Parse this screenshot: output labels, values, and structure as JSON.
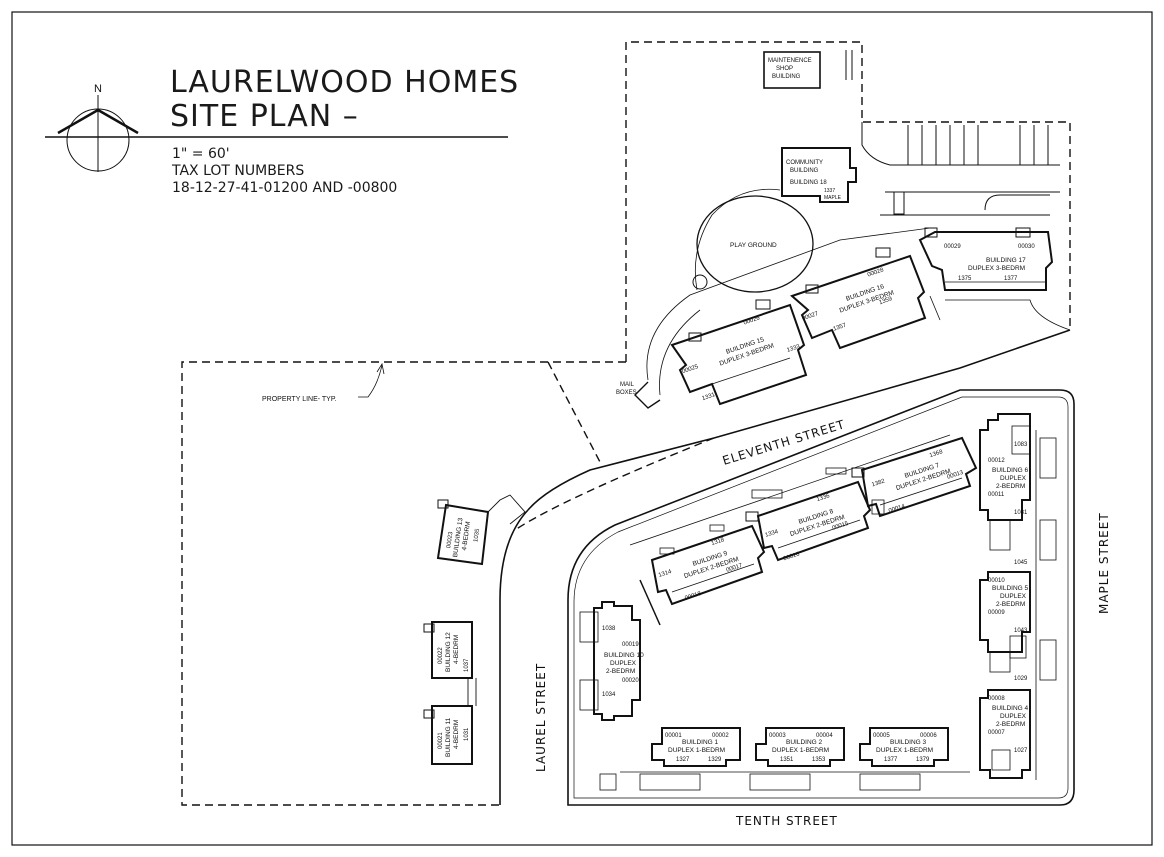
{
  "title": {
    "line1": "LAURELWOOD HOMES",
    "line2": "SITE PLAN  –"
  },
  "info": {
    "scale": "1\" = 60'",
    "tax_lot_label": "TAX LOT NUMBERS",
    "tax_lot_numbers": "18-12-27-41-01200 AND -00800"
  },
  "north": "N",
  "streets": {
    "eleventh": "ELEVENTH STREET",
    "tenth": "TENTH STREET",
    "laurel": "LAUREL STREET",
    "maple": "MAPLE STREET"
  },
  "labels": {
    "property_line": "PROPERTY LINE- TYP.",
    "mail_boxes_1": "MAIL",
    "mail_boxes_2": "BOXES",
    "play_ground": "PLAY GROUND",
    "maint_1": "MAINTENENCE",
    "maint_2": "SHOP",
    "maint_3": "BUILDING",
    "community_1": "COMMUNITY",
    "community_2": "BUILDING",
    "community_3": "BUILDING 18",
    "community_addr_1": "1337",
    "community_addr_2": "MAPLE"
  },
  "buildings": {
    "b1": {
      "name": "BUILDING 1",
      "type": "DUPLEX 1-BEDRM",
      "lot_a": "00001",
      "lot_b": "00002",
      "addr_a": "1327",
      "addr_b": "1329"
    },
    "b2": {
      "name": "BUILDING 2",
      "type": "DUPLEX 1-BEDRM",
      "lot_a": "00003",
      "lot_b": "00004",
      "addr_a": "1351",
      "addr_b": "1353"
    },
    "b3": {
      "name": "BUILDING 3",
      "type": "DUPLEX 1-BEDRM",
      "lot_a": "00005",
      "lot_b": "00006",
      "addr_a": "1377",
      "addr_b": "1379"
    },
    "b4": {
      "name": "BUILDING 4",
      "type1": "DUPLEX",
      "type2": "2-BEDRM",
      "lot_a": "00008",
      "lot_b": "00007",
      "addr_a": "1027"
    },
    "b5": {
      "name": "BUILDING 5",
      "type1": "DUPLEX",
      "type2": "2-BEDRM",
      "lot_a": "00010",
      "lot_b": "00009",
      "addr_a": "1043",
      "addr_b": "1045"
    },
    "b6": {
      "name": "BUILDING 6",
      "type1": "DUPLEX",
      "type2": "2-BEDRM",
      "lot_a": "00012",
      "lot_b": "00011",
      "addr_a": "1083",
      "addr_b": "1081"
    },
    "b7": {
      "name": "BUILDING 7",
      "type": "DUPLEX 2-BEDRM",
      "lot_a": "00014",
      "lot_b": "00013",
      "addr_a": "1382",
      "addr_b": "1368"
    },
    "b8": {
      "name": "BUILDING 8",
      "type": "DUPLEX 2-BEDRM",
      "lot_a": "00016",
      "lot_b": "00015",
      "addr_a": "1334",
      "addr_b": "1336"
    },
    "b9": {
      "name": "BUILDING 9",
      "type": "DUPLEX 2-BEDRM",
      "lot_a": "00018",
      "lot_b": "00017",
      "addr_a": "1314",
      "addr_b": "1318"
    },
    "b10": {
      "name": "BUILDING 10",
      "type1": "DUPLEX",
      "type2": "2-BEDRM",
      "lot_a": "00019",
      "lot_b": "00020",
      "addr_a": "1038",
      "addr_b": "1034"
    },
    "b11": {
      "name": "BUILDING 11",
      "type": "4-BEDRM",
      "lot": "00021",
      "addr": "1031"
    },
    "b12": {
      "name": "BUILDING 12",
      "type": "4-BEDRM",
      "lot": "00022",
      "addr": "1037"
    },
    "b13": {
      "name": "BUILDING 13",
      "type": "4-BEDRM",
      "lot": "00023",
      "addr": "1035"
    },
    "b15": {
      "name": "BUILDING 15",
      "type": "DUPLEX 3-BEDRM",
      "lot_a": "00025",
      "lot_b": "00026",
      "addr_a": "1331",
      "addr_b": "1333"
    },
    "b16": {
      "name": "BUILDING 16",
      "type": "DUPLEX 3-BEDRM",
      "lot_a": "00027",
      "lot_b": "00028",
      "addr_a": "1357",
      "addr_b": "1359"
    },
    "b17": {
      "name": "BUILDING 17",
      "type": "DUPLEX 3-BEDRM",
      "lot_a": "00029",
      "lot_b": "00030",
      "addr_a": "1375",
      "addr_b": "1377"
    }
  }
}
